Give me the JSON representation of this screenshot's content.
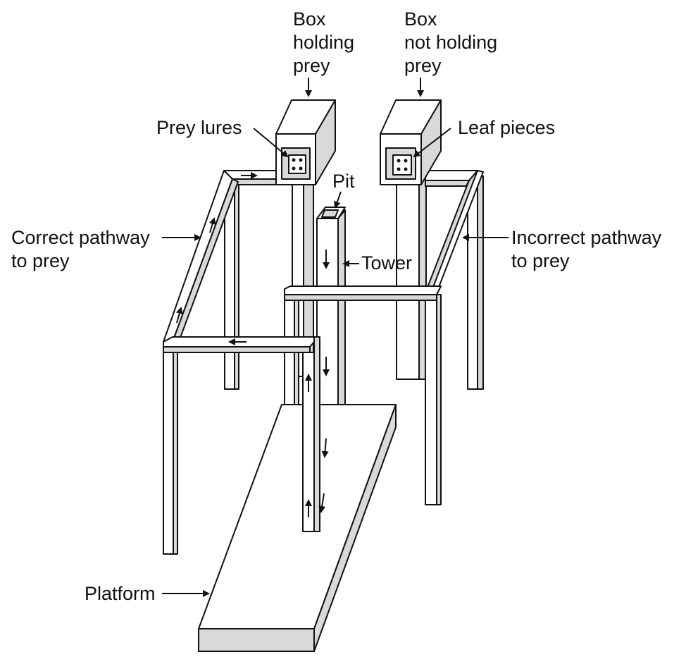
{
  "colors": {
    "ink": "#111111",
    "face": "#ffffff",
    "shade": "#d9d9d9"
  },
  "labels": {
    "box_holding": [
      "Box",
      "holding",
      "prey"
    ],
    "box_not_holding": [
      "Box",
      "not holding",
      "prey"
    ],
    "prey_lures": "Prey lures",
    "leaf_pieces": "Leaf pieces",
    "pit": "Pit",
    "tower": "Tower",
    "correct_pathway": [
      "Correct pathway",
      "to prey"
    ],
    "incorrect_pathway": [
      "Incorrect pathway",
      "to prey"
    ],
    "platform": "Platform"
  }
}
